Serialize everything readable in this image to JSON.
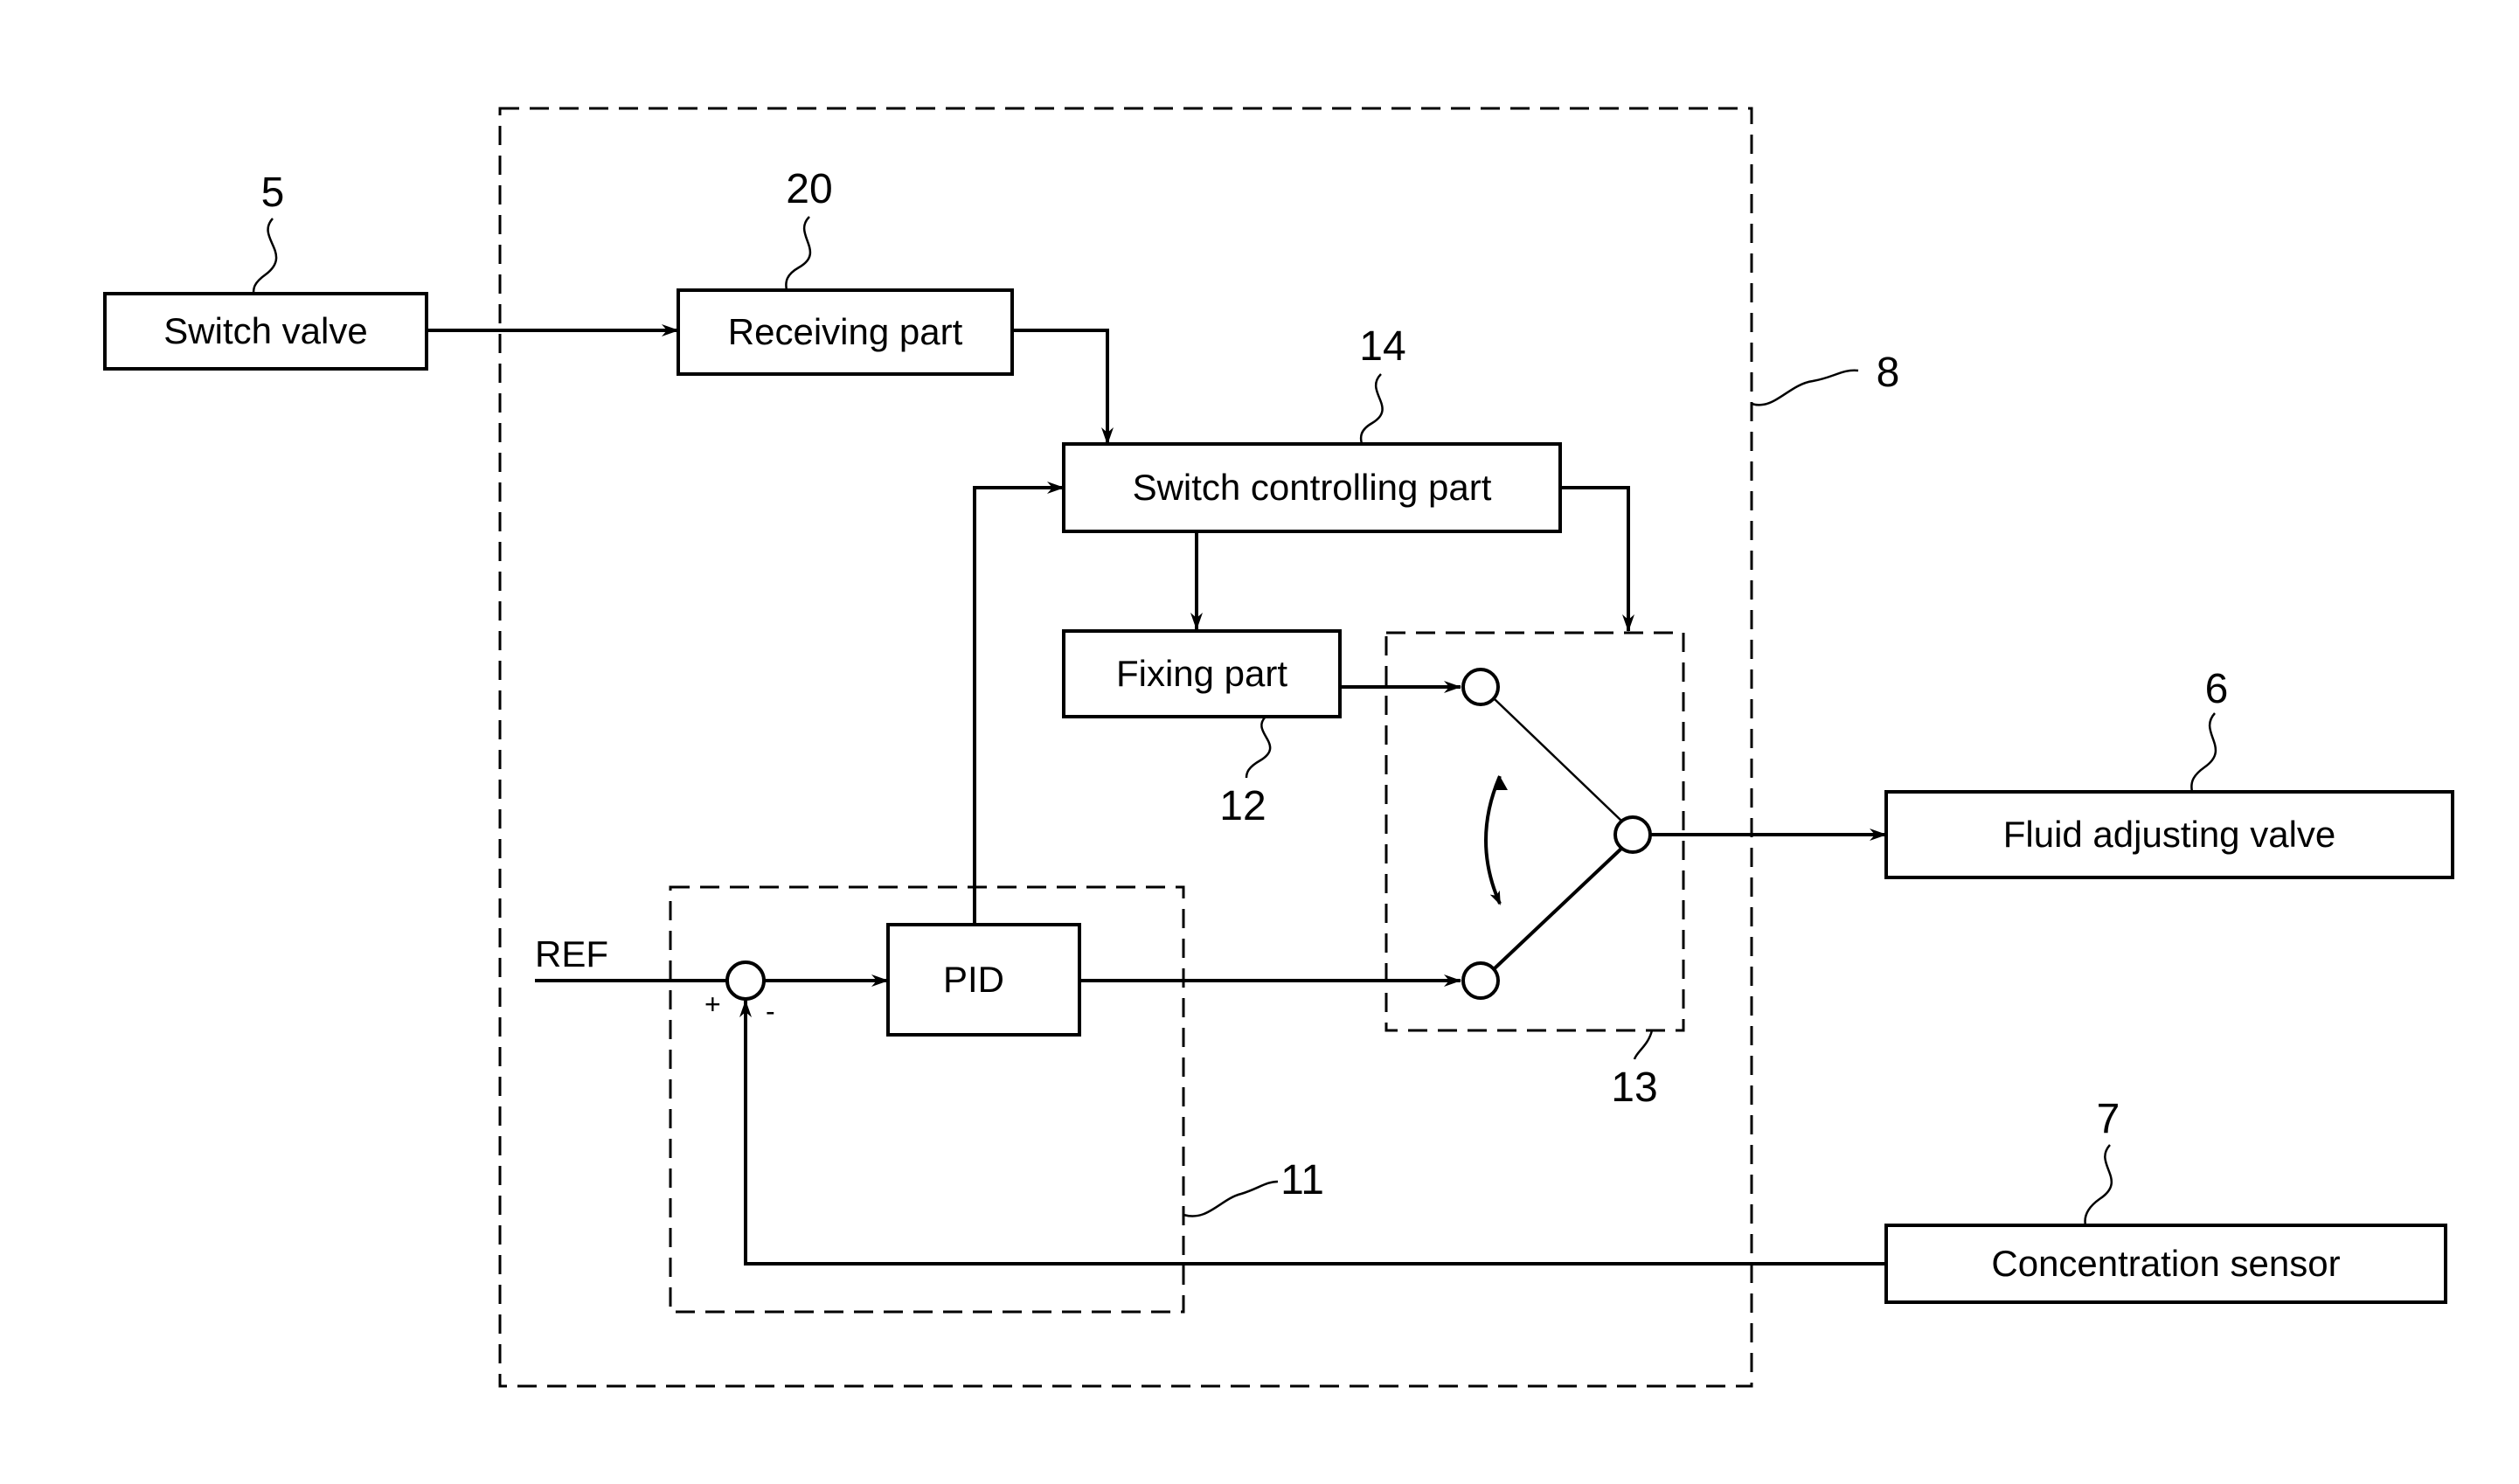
{
  "blocks": {
    "switch_valve": "Switch valve",
    "receiving_part": "Receiving part",
    "switch_controlling_part": "Switch controlling part",
    "fixing_part": "Fixing part",
    "pid": "PID",
    "fluid_adjusting_valve": "Fluid adjusting valve",
    "concentration_sensor": "Concentration sensor"
  },
  "signals": {
    "ref": "REF",
    "plus": "+",
    "minus": "-"
  },
  "reference_numerals": {
    "switch_valve": "5",
    "fluid_adjusting_valve": "6",
    "concentration_sensor": "7",
    "controller": "8",
    "pid_section": "11",
    "fixing_part": "12",
    "switch": "13",
    "switch_controlling_part": "14",
    "receiving_part": "20"
  }
}
